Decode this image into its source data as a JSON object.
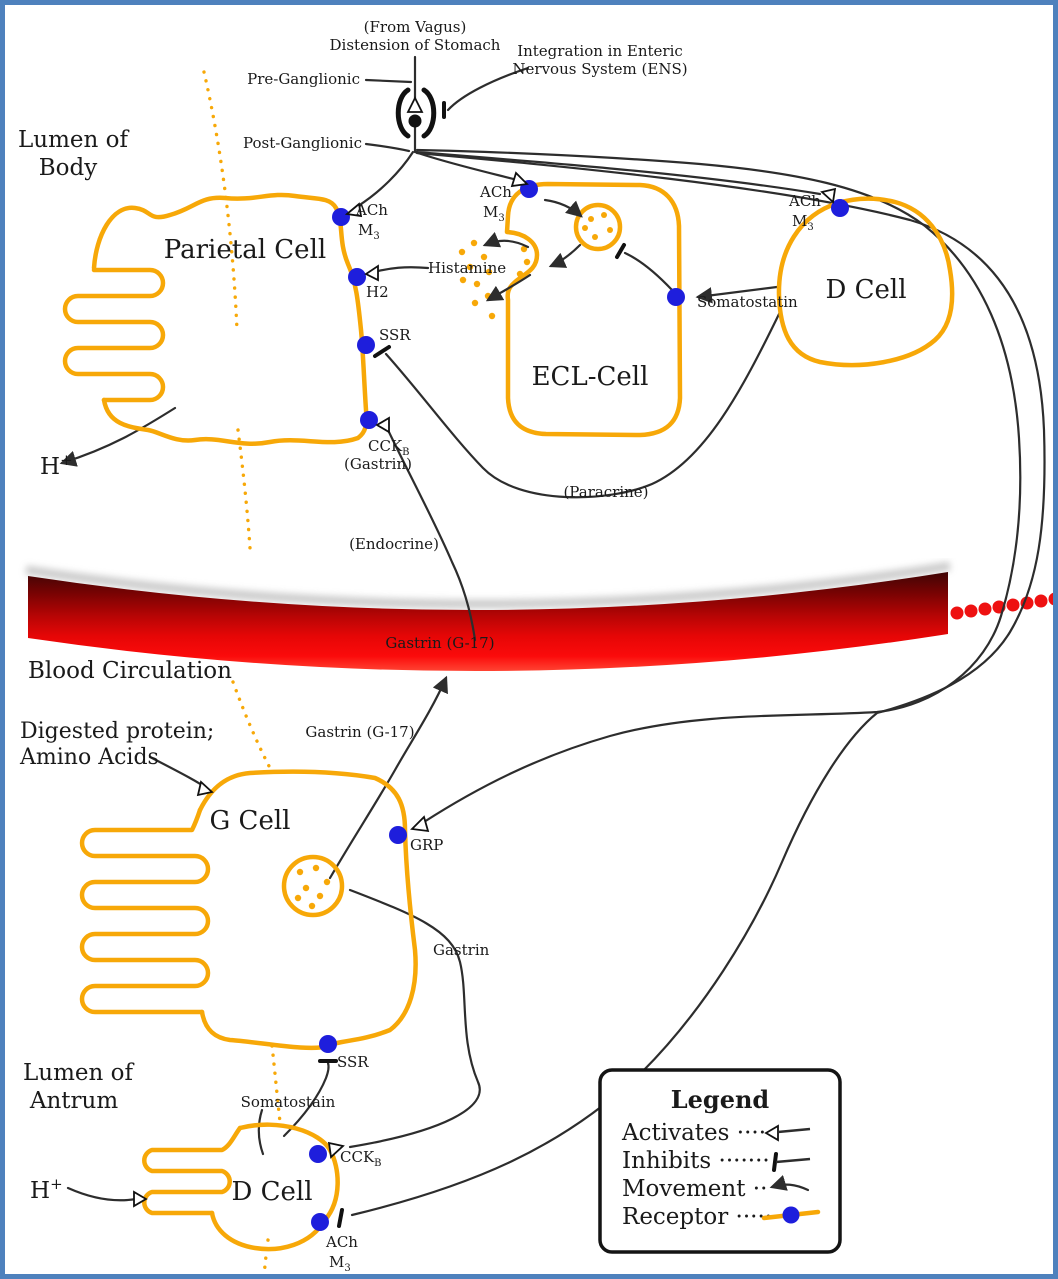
{
  "vagus": {
    "line1": "(From Vagus)",
    "line2": "Distension of Stomach"
  },
  "ens": {
    "line1": "Integration in Enteric",
    "line2": "Nervous System (ENS)"
  },
  "neurons": {
    "pre": "Pre-Ganglionic",
    "post": "Post-Ganglionic"
  },
  "lumen_body": {
    "line1": "Lumen of",
    "line2": "Body"
  },
  "parietal": {
    "name": "Parietal Cell",
    "ach": "ACh",
    "m": "M",
    "m_sub": "3",
    "h2": "H2",
    "ssr": "SSR",
    "cck": "CCK",
    "cck_sub": "B",
    "gastrin_paren": "(Gastrin)",
    "h": "H",
    "h_sup": "+"
  },
  "histamine": "Histamine",
  "ecl": {
    "name": "ECL-Cell",
    "ach": "ACh",
    "m": "M",
    "m_sub": "3"
  },
  "somatostatin": "Somatostatin",
  "d_top": {
    "name": "D Cell",
    "ach": "ACh",
    "m": "M",
    "m_sub": "3"
  },
  "paracrine": "(Paracrine)",
  "endocrine": "(Endocrine)",
  "blood": {
    "label": "Blood Circulation",
    "gastrin_band": "Gastrin (G-17)"
  },
  "g_cell": {
    "name": "G Cell",
    "digested1": "Digested protein;",
    "digested2": "Amino Acids",
    "gastrin_g17": "Gastrin (G-17)",
    "grp": "GRP",
    "gastrin": "Gastrin",
    "ssr": "SSR"
  },
  "somatostain": "Somatostain",
  "lumen_antrum": {
    "line1": "Lumen of",
    "line2": "Antrum"
  },
  "d_bottom": {
    "name": "D Cell",
    "cck": "CCK",
    "cck_sub": "B",
    "ach": "ACh",
    "m": "M",
    "m_sub": "3",
    "h": "H",
    "h_sup": "+"
  },
  "legend": {
    "title": "Legend",
    "items": [
      {
        "label": "Activates",
        "leader": " ····"
      },
      {
        "label": "Inhibits",
        "leader": " ·······"
      },
      {
        "label": "Movement",
        "leader": " ··"
      },
      {
        "label": "Receptor",
        "leader": " ·····"
      }
    ]
  },
  "colors": {
    "membrane": "#F7A808",
    "receptor_blue": "#1E1EDC",
    "blood_red": "#E60606",
    "frame_blue": "#4E81BD",
    "line": "#2d2d2d"
  }
}
